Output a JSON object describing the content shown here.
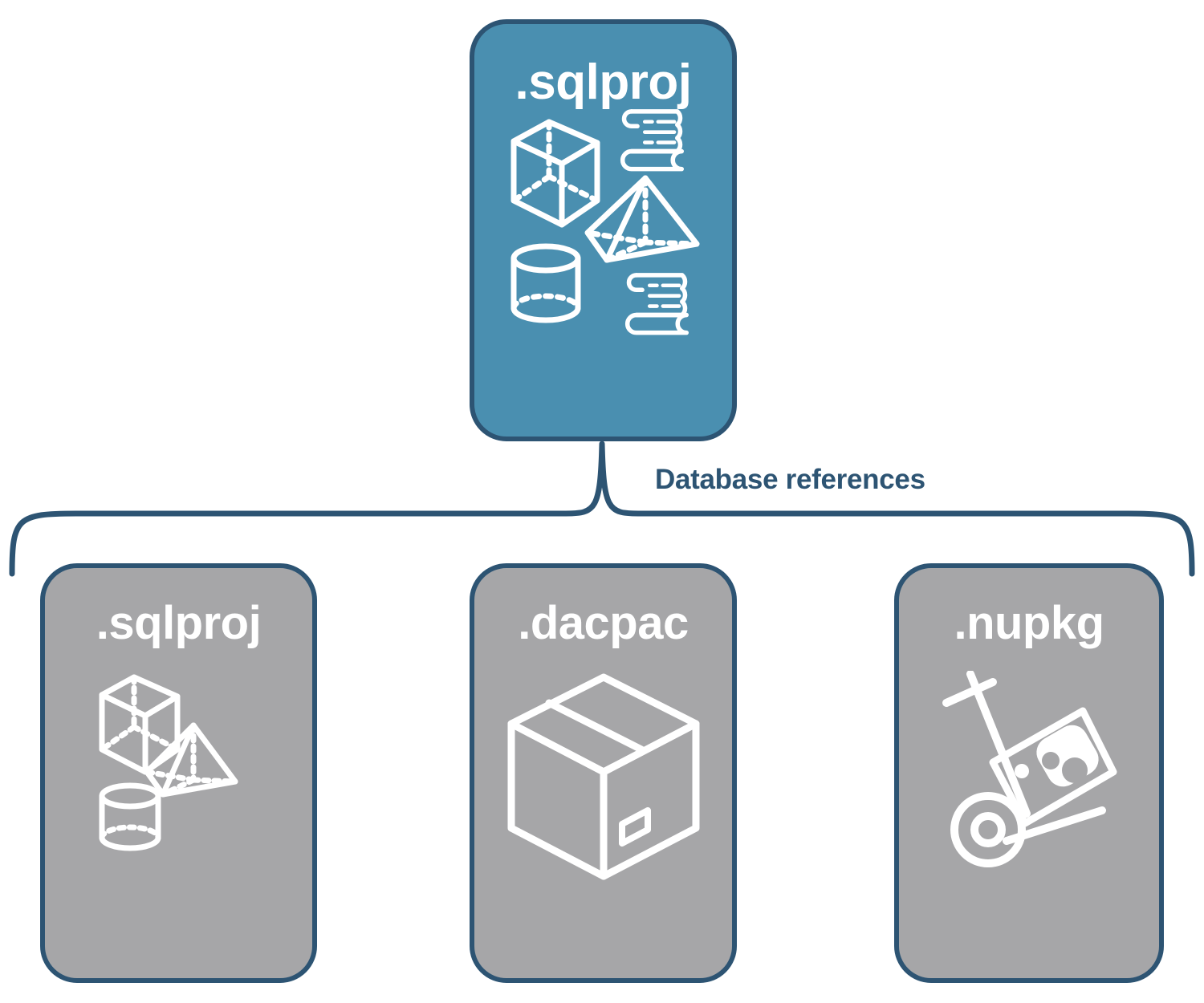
{
  "diagram": {
    "title": "Database references",
    "colors": {
      "primary_fill": "#4a8fb0",
      "secondary_fill": "#a6a6a8",
      "outline": "#2d5473",
      "icon": "#ffffff",
      "background": "#ffffff"
    }
  },
  "root": {
    "label": ".sqlproj",
    "icons": [
      "cube-icon",
      "scroll-icon",
      "pyramid-icon",
      "cylinder-icon",
      "scroll-icon"
    ]
  },
  "connector": {
    "label": "Database references",
    "style": "curly-brace",
    "children_count": 3
  },
  "children": [
    {
      "label": ".sqlproj",
      "icons": [
        "cube-icon",
        "pyramid-icon",
        "cylinder-icon"
      ]
    },
    {
      "label": ".dacpac",
      "icons": [
        "shipping-box-icon"
      ]
    },
    {
      "label": ".nupkg",
      "icons": [
        "hand-truck-icon"
      ]
    }
  ]
}
